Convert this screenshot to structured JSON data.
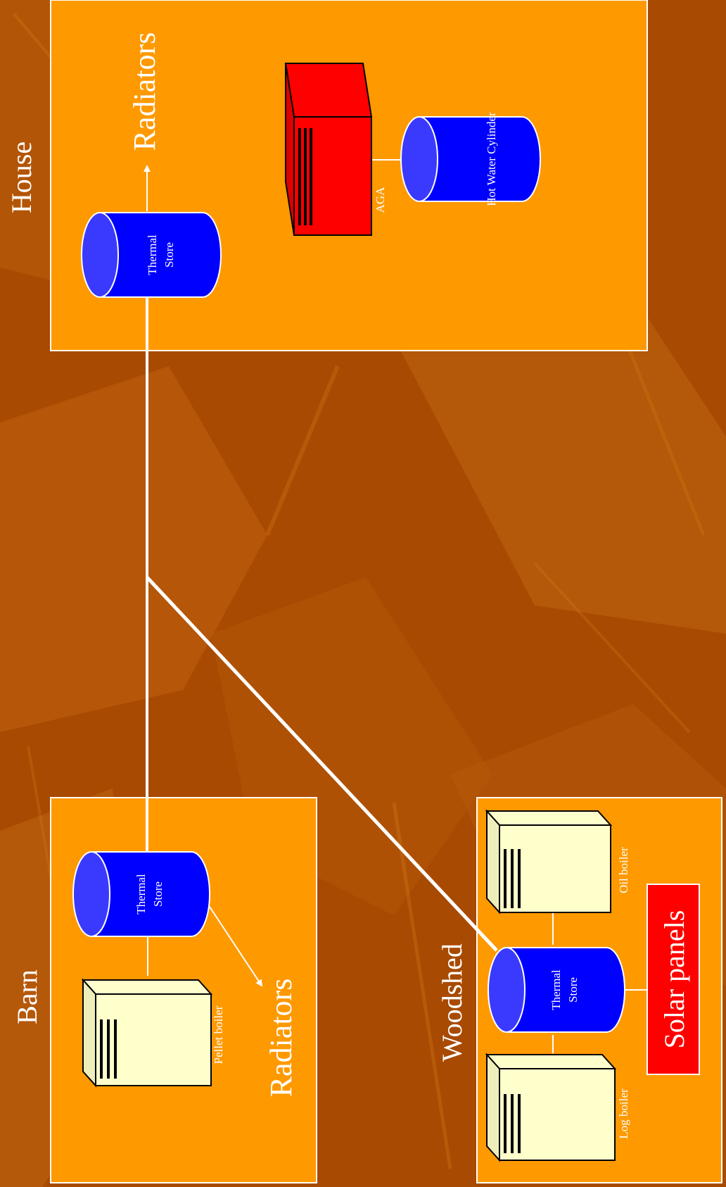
{
  "colors": {
    "background": "#a84a02",
    "background_streaks": "#c86a10",
    "room_fill": "#ff9900",
    "room_border": "#ffffff",
    "tank_fill": "#0000ff",
    "tank_top": "#3a3aff",
    "boiler_fill": "#ffffcc",
    "aga_fill": "#ff0000",
    "solar_fill": "#ff0000",
    "pipe": "#ffffff",
    "text": "#ffffff"
  },
  "rooms": {
    "house": {
      "label": "House"
    },
    "barn": {
      "label": "Barn"
    },
    "woodshed": {
      "label": "Woodshed"
    }
  },
  "house": {
    "thermal_store": {
      "line1": "Thermal",
      "line2": "Store"
    },
    "radiators": "Radiators",
    "aga": "AGA",
    "hot_water_cylinder": "Hot Water Cylinder"
  },
  "barn": {
    "thermal_store": {
      "line1": "Thermal",
      "line2": "Store"
    },
    "pellet_boiler": "Pellet boiler",
    "radiators": "Radiators"
  },
  "woodshed": {
    "thermal_store": {
      "line1": "Thermal",
      "line2": "Store"
    },
    "oil_boiler": "Oil boiler",
    "log_boiler": "Log boiler",
    "solar_panels": "Solar panels"
  }
}
